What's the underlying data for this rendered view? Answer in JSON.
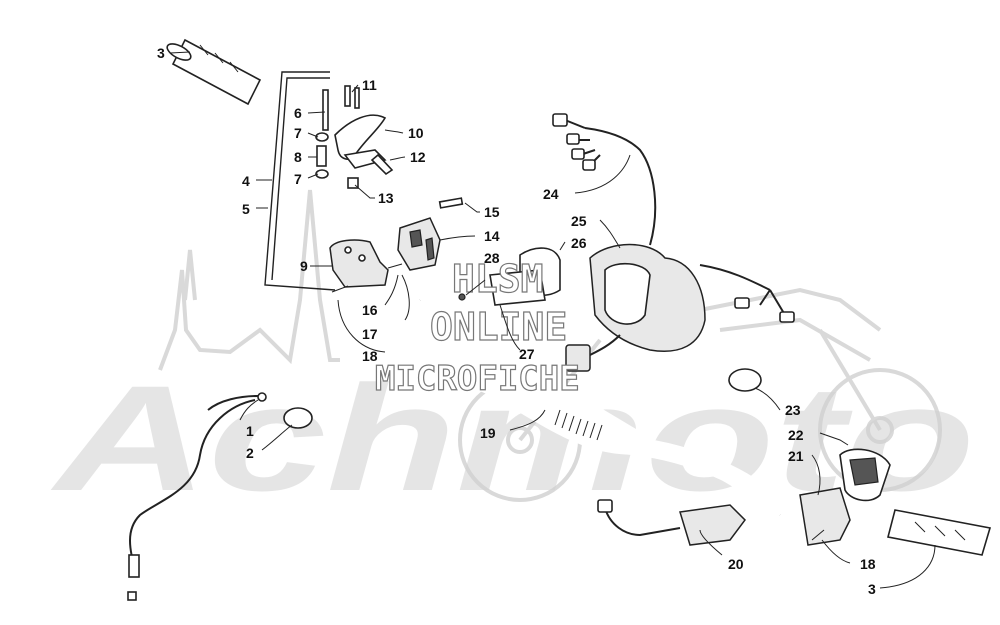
{
  "watermark": {
    "brand": "Achmoto",
    "line1": "HLSM",
    "line2": "ONLINE",
    "line3": "MICROFICHE"
  },
  "callouts": [
    {
      "id": "c-3-top",
      "label": "3"
    },
    {
      "id": "c-11",
      "label": "11"
    },
    {
      "id": "c-6",
      "label": "6"
    },
    {
      "id": "c-7a",
      "label": "7"
    },
    {
      "id": "c-10",
      "label": "10"
    },
    {
      "id": "c-8",
      "label": "8"
    },
    {
      "id": "c-12",
      "label": "12"
    },
    {
      "id": "c-7b",
      "label": "7"
    },
    {
      "id": "c-4",
      "label": "4"
    },
    {
      "id": "c-13",
      "label": "13"
    },
    {
      "id": "c-5",
      "label": "5"
    },
    {
      "id": "c-15",
      "label": "15"
    },
    {
      "id": "c-14",
      "label": "14"
    },
    {
      "id": "c-28",
      "label": "28"
    },
    {
      "id": "c-9",
      "label": "9"
    },
    {
      "id": "c-16",
      "label": "16"
    },
    {
      "id": "c-17",
      "label": "17"
    },
    {
      "id": "c-18a",
      "label": "18"
    },
    {
      "id": "c-24",
      "label": "24"
    },
    {
      "id": "c-25",
      "label": "25"
    },
    {
      "id": "c-26",
      "label": "26"
    },
    {
      "id": "c-27",
      "label": "27"
    },
    {
      "id": "c-1",
      "label": "1"
    },
    {
      "id": "c-2",
      "label": "2"
    },
    {
      "id": "c-19",
      "label": "19"
    },
    {
      "id": "c-23",
      "label": "23"
    },
    {
      "id": "c-22",
      "label": "22"
    },
    {
      "id": "c-21",
      "label": "21"
    },
    {
      "id": "c-20",
      "label": "20"
    },
    {
      "id": "c-18b",
      "label": "18"
    },
    {
      "id": "c-3-bottom",
      "label": "3"
    }
  ]
}
